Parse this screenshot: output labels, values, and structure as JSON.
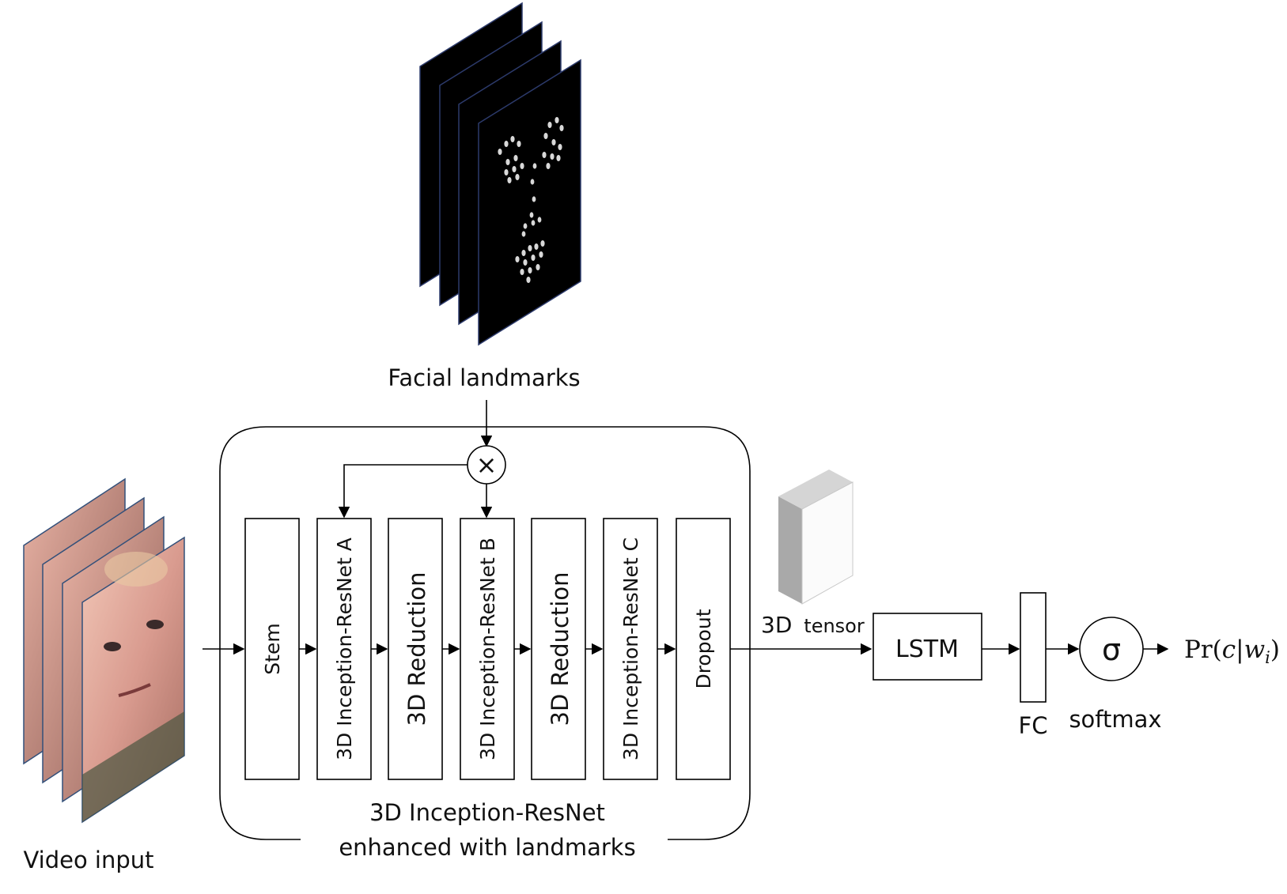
{
  "facial_landmarks": {
    "label": "Facial landmarks"
  },
  "video_input": {
    "label": "Video input"
  },
  "network": {
    "caption_line1": "3D Inception-ResNet",
    "caption_line2": "enhanced with landmarks",
    "multiply_symbol": "×",
    "blocks": [
      {
        "id": "stem",
        "label": "Stem"
      },
      {
        "id": "inception-a",
        "label": "3D Inception-ResNet A"
      },
      {
        "id": "reduction-1",
        "label": "3D Reduction"
      },
      {
        "id": "inception-b",
        "label": "3D Inception-ResNet B"
      },
      {
        "id": "reduction-2",
        "label": "3D Reduction"
      },
      {
        "id": "inception-c",
        "label": "3D Inception-ResNet C"
      },
      {
        "id": "dropout",
        "label": "Dropout"
      }
    ]
  },
  "tensor": {
    "label_prefix": "3D",
    "label_suffix": "tensor"
  },
  "lstm": {
    "label": "LSTM"
  },
  "fc": {
    "label": "FC"
  },
  "softmax": {
    "symbol": "σ",
    "label": "softmax"
  },
  "output": {
    "label_pr": "Pr(",
    "label_c": "c",
    "label_bar": "|",
    "label_w": "w",
    "label_i": "i",
    "label_close": ")"
  },
  "icons": [
    "facial-landmark-frame-icon",
    "video-frame-icon",
    "tensor-cuboid-icon"
  ]
}
